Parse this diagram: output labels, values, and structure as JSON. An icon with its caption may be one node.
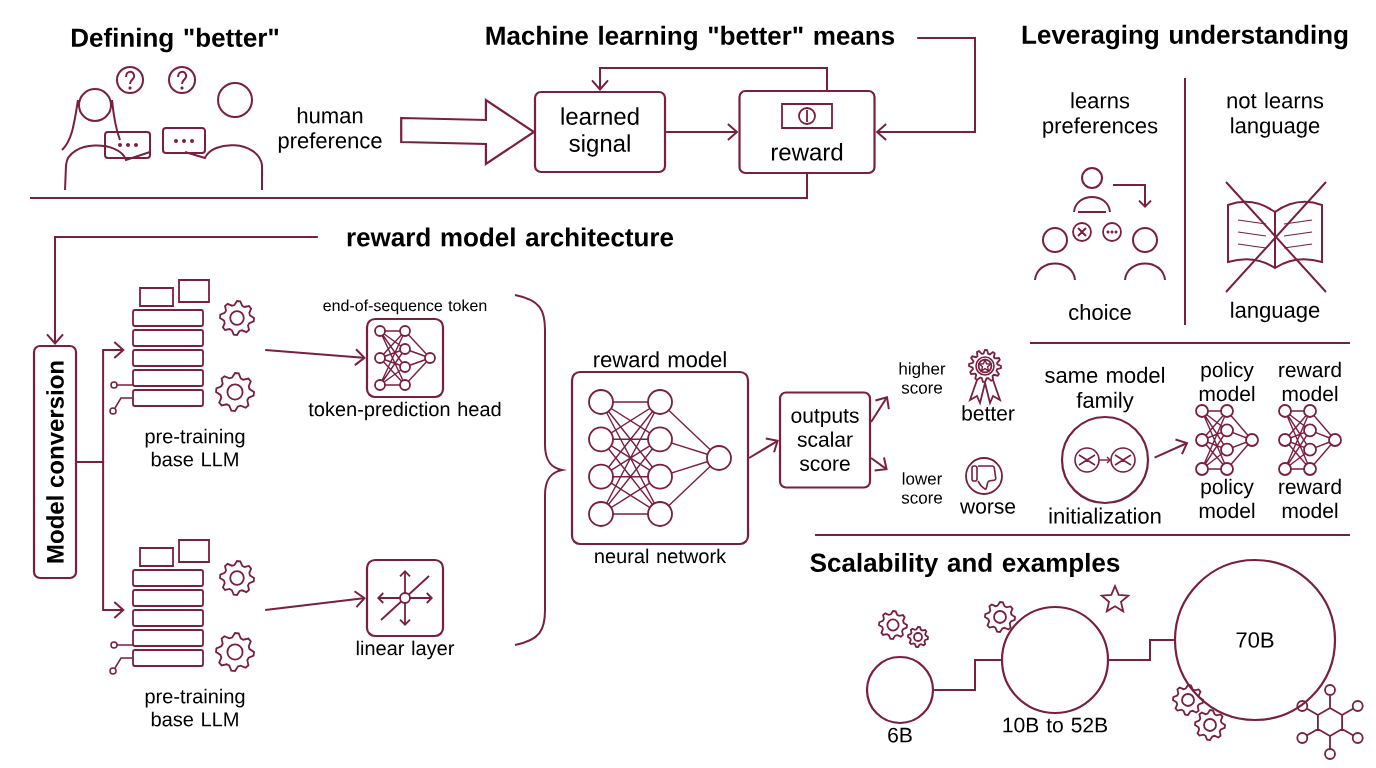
{
  "diagram": {
    "nodes": [
      {
        "text": [
          "human preference"
        ]
      },
      {
        "text": [
          "learned signal"
        ]
      },
      {
        "text": [
          "reward"
        ]
      },
      {
        "text": [
          "Machine learning \"better\" means"
        ]
      },
      {
        "text": [
          "reward model architecture"
        ]
      },
      {
        "text": [
          "Model conversion"
        ]
      },
      {
        "text": [
          "pre-training base LLM"
        ]
      },
      {
        "text": [
          "pre-training base LLM"
        ]
      },
      {
        "text": [
          "end-of-sequence token",
          "token-prediction head"
        ]
      },
      {
        "text": [
          "linear layer"
        ]
      },
      {
        "text": [
          "reward model",
          "neural network"
        ]
      },
      {
        "text": [
          "outputs scalar score"
        ]
      },
      {
        "text": [
          "higher score"
        ]
      },
      {
        "text": [
          "lower score"
        ]
      },
      {
        "text": [
          "same model family",
          "initialization"
        ]
      },
      {
        "text": [
          "policy model",
          "policy model"
        ]
      },
      {
        "text": [
          "reward model",
          "reward model"
        ]
      },
      {
        "text": [],
        "shape": "circle",
        "beside": [
          "6B"
        ]
      },
      {
        "text": [],
        "shape": "circle",
        "beside": [
          "10B to 52B"
        ]
      },
      {
        "text": [
          "70B"
        ]
      }
    ],
    "edges": [
      {
        "from": 0,
        "to": 1,
        "arrow": "to",
        "style": "thick"
      },
      {
        "from": 1,
        "to": 2,
        "arrow": "to"
      },
      {
        "from": 2,
        "to": 1,
        "arrow": "to"
      },
      {
        "from": 3,
        "to": 2,
        "arrow": "to"
      },
      {
        "from": 2,
        "to": null,
        "arrow": "none"
      },
      {
        "from": 4,
        "to": 5,
        "arrow": "to"
      },
      {
        "from": 5,
        "to": 6,
        "arrow": "to"
      },
      {
        "from": 5,
        "to": 7,
        "arrow": "to"
      },
      {
        "from": 6,
        "to": 8,
        "arrow": "to"
      },
      {
        "from": 7,
        "to": 9,
        "arrow": "to"
      },
      {
        "from": 10,
        "to": 11,
        "arrow": "to"
      },
      {
        "from": 11,
        "to": 12,
        "arrow": "to"
      },
      {
        "from": 11,
        "to": 13,
        "arrow": "to"
      },
      {
        "from": 14,
        "to": 15,
        "arrow": "to"
      },
      {
        "from": 17,
        "to": 18,
        "arrow": "none"
      },
      {
        "from": 18,
        "to": 19,
        "arrow": "none"
      }
    ],
    "labels": [
      "Defining \"better\"",
      "Leveraging understanding",
      "learns preferences",
      "not learns language",
      "choice",
      "language",
      "better",
      "worse",
      "Scalability and examples"
    ]
  }
}
